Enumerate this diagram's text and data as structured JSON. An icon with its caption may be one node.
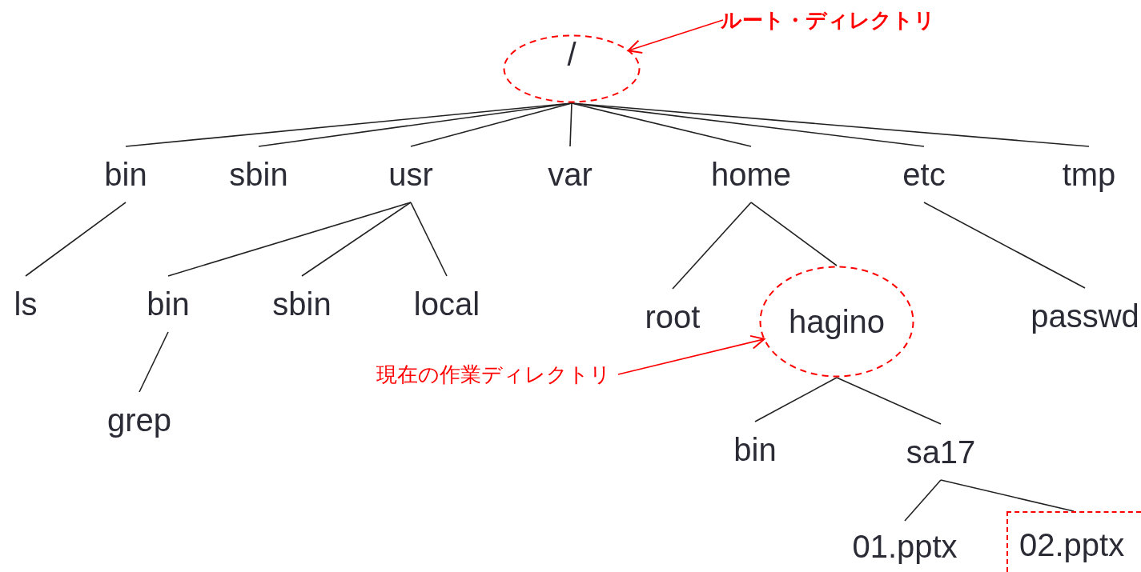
{
  "diagram": {
    "nodes": [
      {
        "text": [
          "/"
        ]
      },
      {
        "text": [
          "ルート・ディレクトリ"
        ]
      },
      {
        "text": [
          "bin"
        ]
      },
      {
        "text": [
          "sbin"
        ]
      },
      {
        "text": [
          "usr"
        ]
      },
      {
        "text": [
          "var"
        ]
      },
      {
        "text": [
          "home"
        ]
      },
      {
        "text": [
          "etc"
        ]
      },
      {
        "text": [
          "tmp"
        ]
      },
      {
        "text": [
          "ls"
        ]
      },
      {
        "text": [
          "bin"
        ]
      },
      {
        "text": [
          "sbin"
        ]
      },
      {
        "text": [
          "local"
        ]
      },
      {
        "text": [
          "root"
        ]
      },
      {
        "text": [
          "hagino"
        ]
      },
      {
        "text": [
          "passwd"
        ]
      },
      {
        "text": [
          "現在の作業ディレクトリ"
        ]
      },
      {
        "text": [
          "grep"
        ]
      },
      {
        "text": [
          "bin"
        ]
      },
      {
        "text": [
          "sa17"
        ]
      },
      {
        "text": [
          "01.pptx"
        ]
      },
      {
        "text": [
          "02.pptx"
        ]
      }
    ],
    "edges": [
      {
        "from": 1,
        "to": 0,
        "arrow": "to",
        "color": "#ff0000"
      },
      {
        "from": 0,
        "to": 2,
        "arrow": "none"
      },
      {
        "from": 0,
        "to": 3,
        "arrow": "none"
      },
      {
        "from": 0,
        "to": 4,
        "arrow": "none"
      },
      {
        "from": 0,
        "to": 5,
        "arrow": "none"
      },
      {
        "from": 0,
        "to": 6,
        "arrow": "none"
      },
      {
        "from": 0,
        "to": 7,
        "arrow": "none"
      },
      {
        "from": 0,
        "to": 8,
        "arrow": "none"
      },
      {
        "from": 2,
        "to": 9,
        "arrow": "none"
      },
      {
        "from": 4,
        "to": 10,
        "arrow": "none"
      },
      {
        "from": 4,
        "to": 11,
        "arrow": "none"
      },
      {
        "from": 4,
        "to": 12,
        "arrow": "none"
      },
      {
        "from": 6,
        "to": 13,
        "arrow": "none"
      },
      {
        "from": 6,
        "to": 14,
        "arrow": "none"
      },
      {
        "from": 7,
        "to": 15,
        "arrow": "none"
      },
      {
        "from": 16,
        "to": 14,
        "arrow": "to",
        "color": "#ff0000"
      },
      {
        "from": 10,
        "to": 17,
        "arrow": "none"
      },
      {
        "from": 14,
        "to": 18,
        "arrow": "none"
      },
      {
        "from": 14,
        "to": 19,
        "arrow": "none"
      },
      {
        "from": 19,
        "to": 20,
        "arrow": "none"
      },
      {
        "from": 19,
        "to": 21,
        "arrow": "none"
      }
    ]
  }
}
